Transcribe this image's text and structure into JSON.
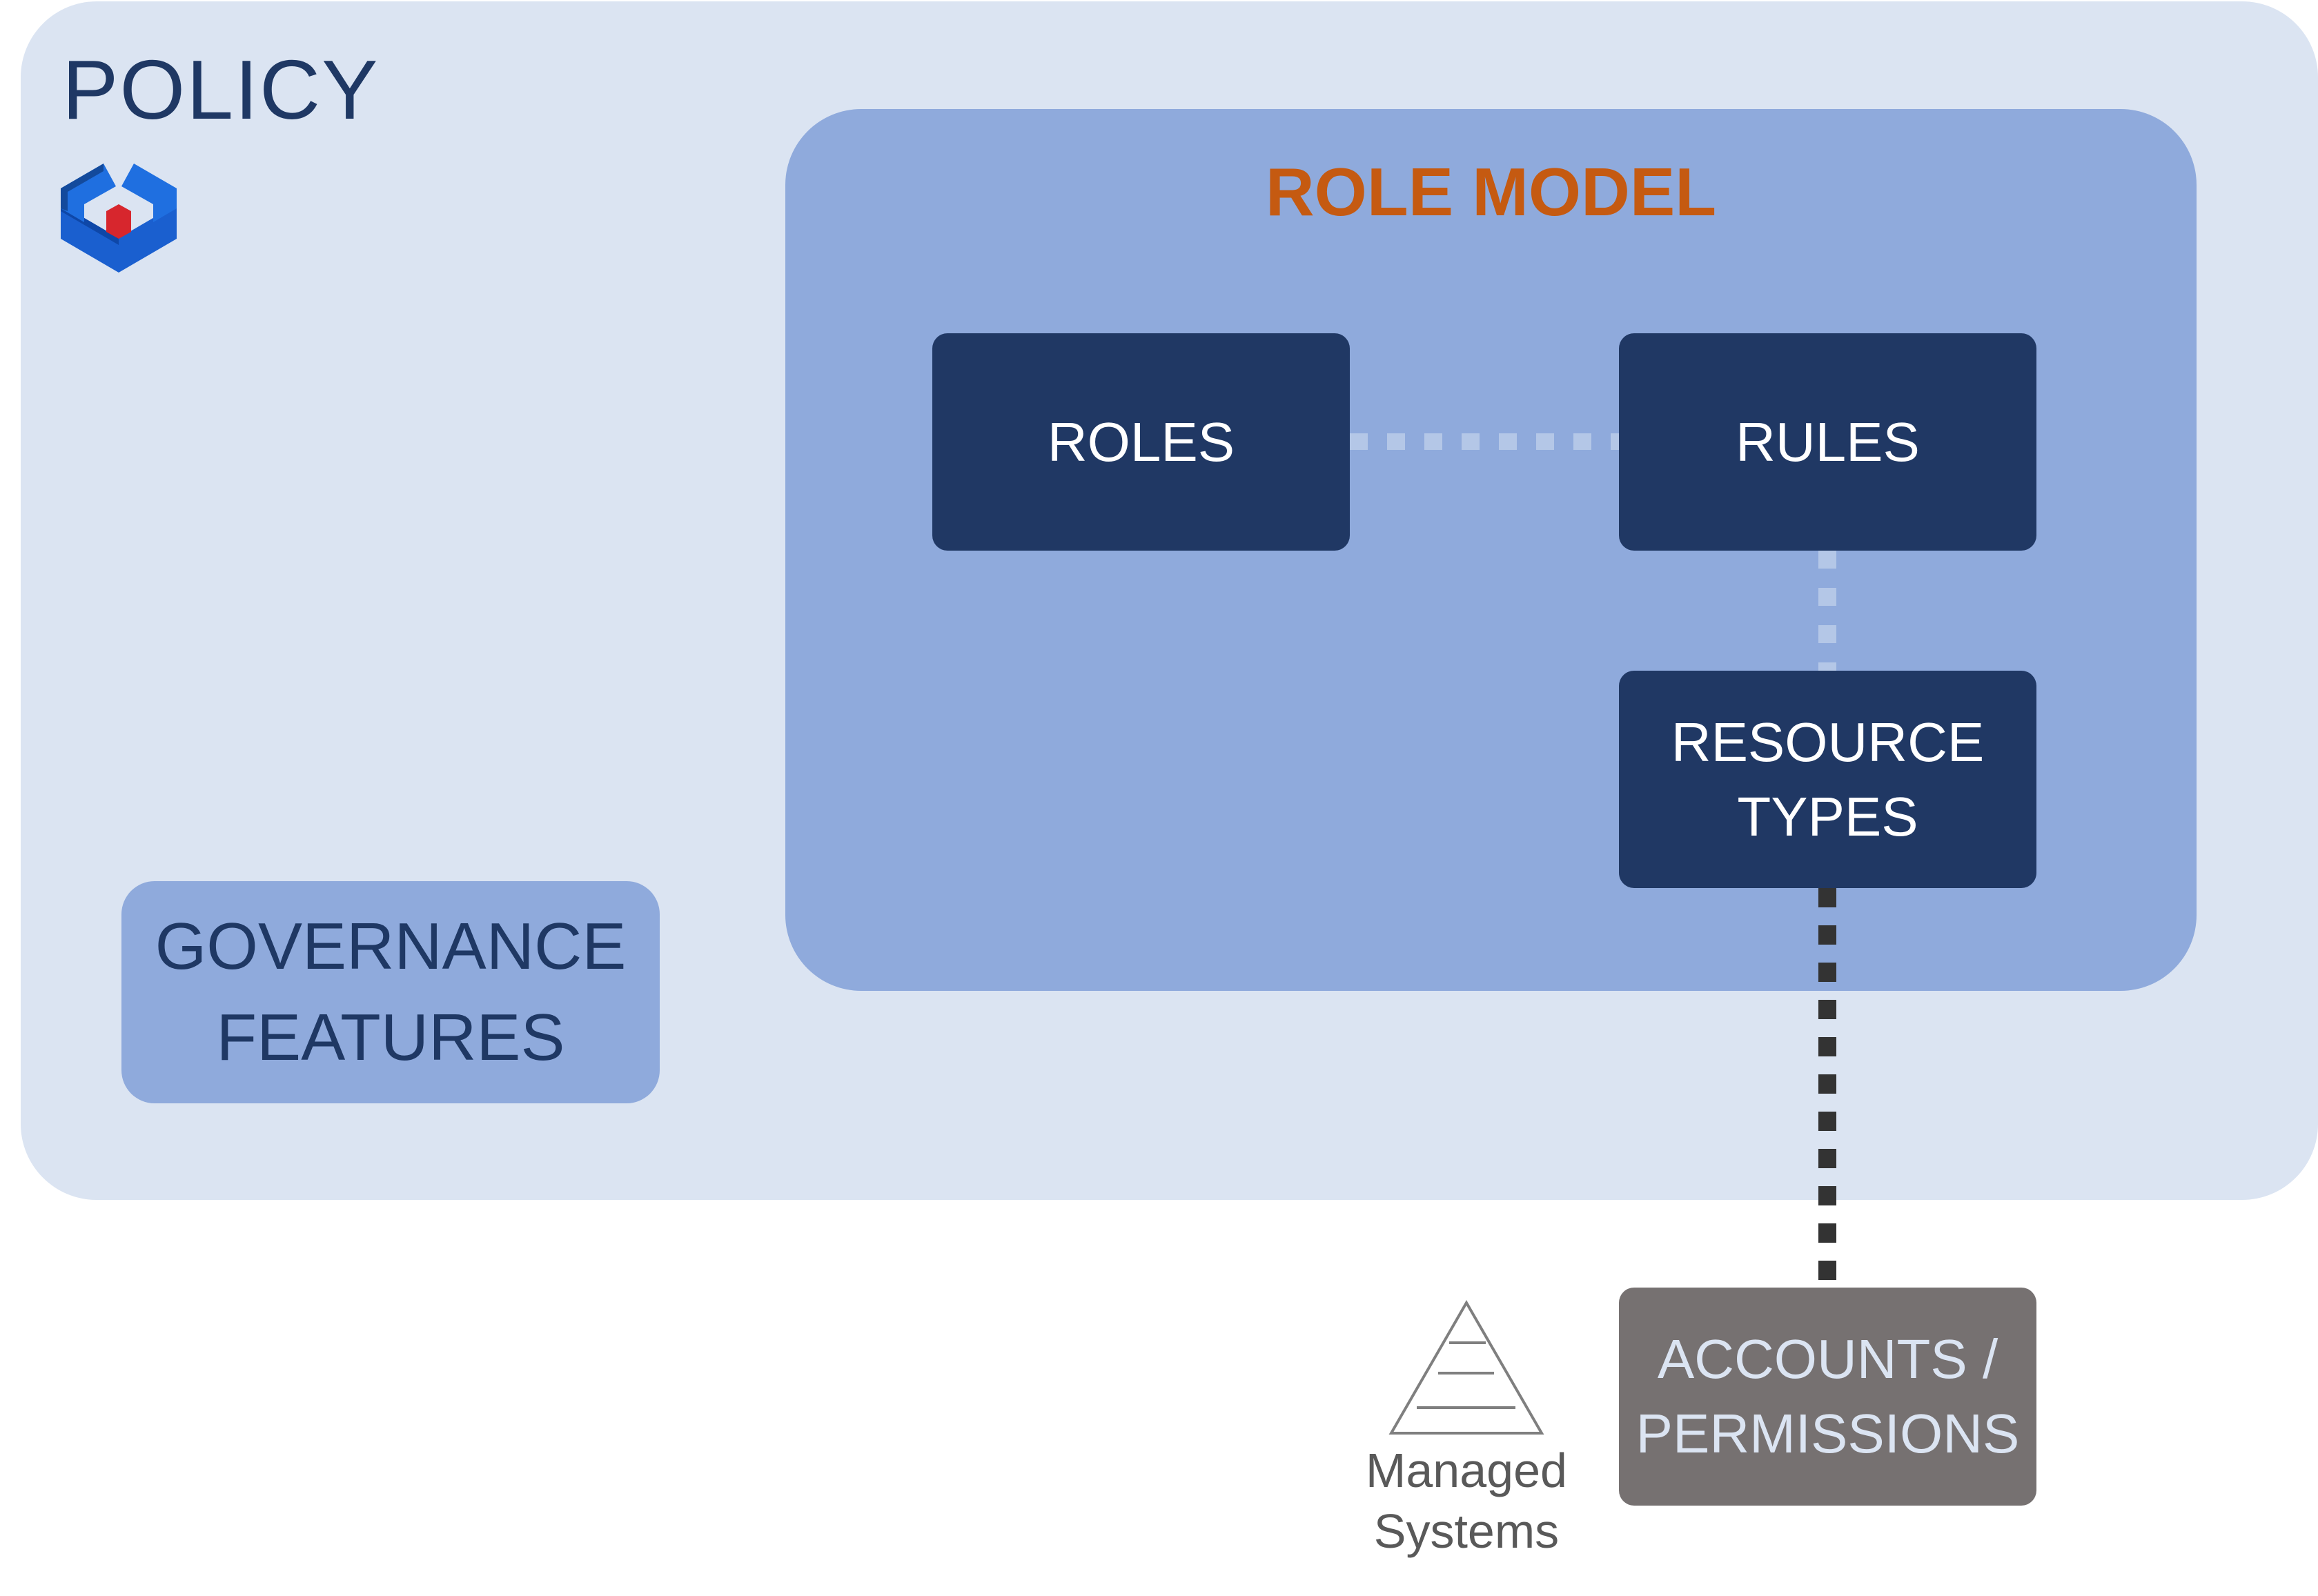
{
  "policy": {
    "title": "POLICY",
    "icon": "policy-logo-icon"
  },
  "role_model": {
    "title": "ROLE MODEL",
    "roles_label": "ROLES",
    "rules_label": "RULES",
    "resource_types_line1": "RESOURCE",
    "resource_types_line2": "TYPES"
  },
  "governance": {
    "line1": "GOVERNANCE",
    "line2": "FEATURES"
  },
  "accounts": {
    "line1": "ACCOUNTS /",
    "line2": "PERMISSIONS"
  },
  "managed_systems": {
    "line1": "Managed",
    "line2": "Systems",
    "icon": "pyramid-icon"
  },
  "colors": {
    "policy_panel": "#dbe4f2",
    "role_model_panel": "#8faadc",
    "dark_box": "#203864",
    "title_accent": "#c55a11",
    "accounts_box": "#767171",
    "light_connector": "#b4c7e7",
    "dark_connector": "#333333"
  }
}
